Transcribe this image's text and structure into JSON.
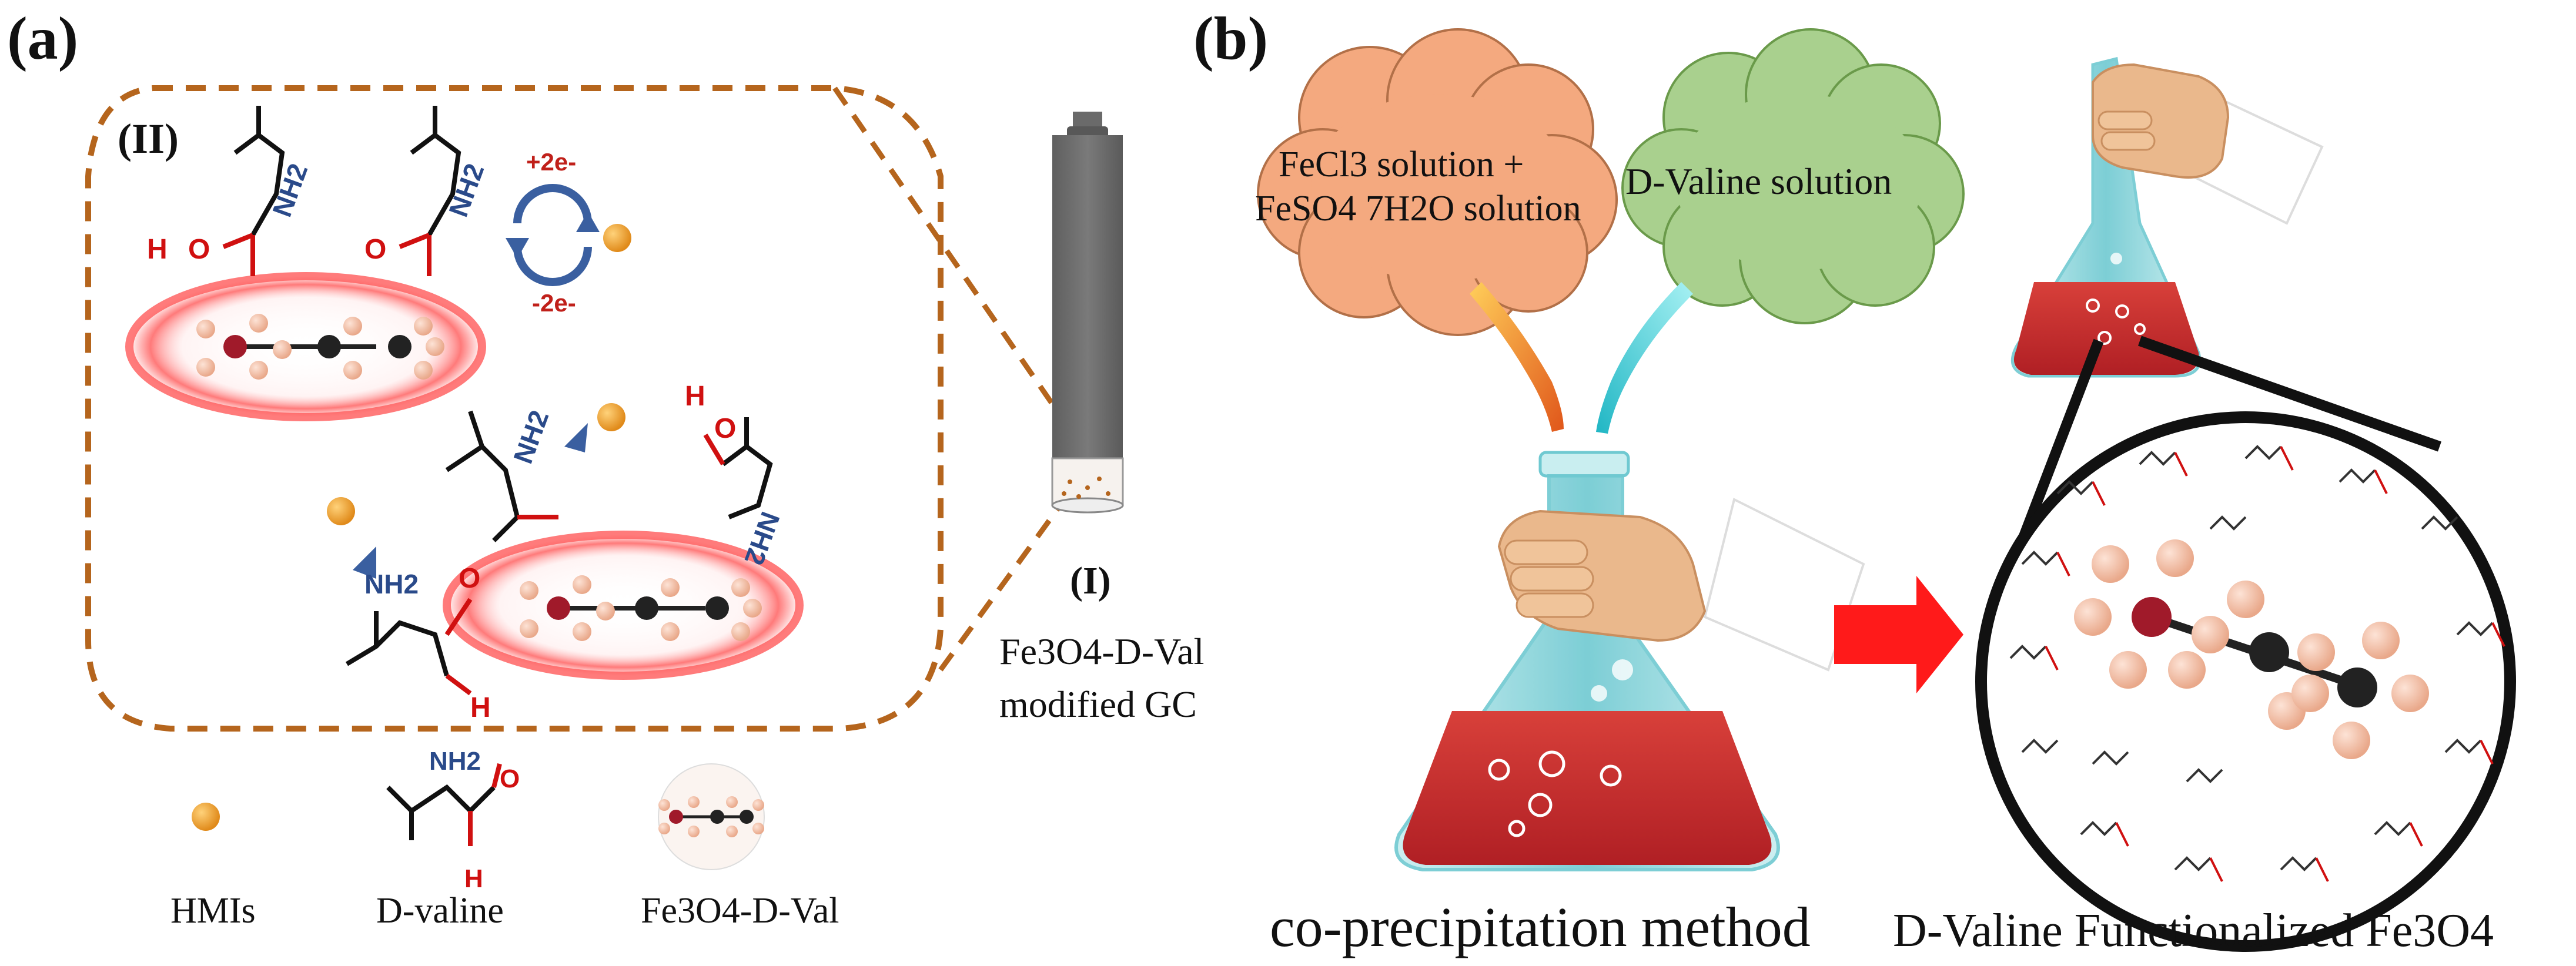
{
  "panel_a": {
    "label": "(a)",
    "inset_label": "(II)",
    "electrode_label": "(I)",
    "electrode_caption_line1": "Fe3O4-D-Val",
    "electrode_caption_line2": "modified GC",
    "redox_plus": "+2e-",
    "redox_minus": "-2e-",
    "atom_H": "H",
    "atom_O": "O",
    "group_NH2": "NH2",
    "legend": [
      "HMIs",
      "D-valine",
      "Fe3O4-D-Val"
    ]
  },
  "panel_b": {
    "label": "(b)",
    "cloud_left_line1": "FeCl3 solution +",
    "cloud_left_line2": "FeSO4 7H2O  solution",
    "cloud_right": "D-Valine solution",
    "caption_left": "co-precipitation method",
    "caption_right": "D-Valine Functionalized Fe3O4"
  },
  "colors": {
    "dash_outline": "#b5651d",
    "glow": "#ff6b6b",
    "cloud_left": "#f4a97f",
    "cloud_right": "#a9d08e",
    "flask_liquid": "#c9302c",
    "flask_glass": "#7fd3d8",
    "arrow": "#ff1a1a",
    "hmi_ball": "#f0a030",
    "fe_atom": "#a01a2a",
    "o_atom": "#f5c2a8",
    "c_atom": "#222222",
    "caption_right": "#c8a03a",
    "caption_left": "#555b66"
  }
}
